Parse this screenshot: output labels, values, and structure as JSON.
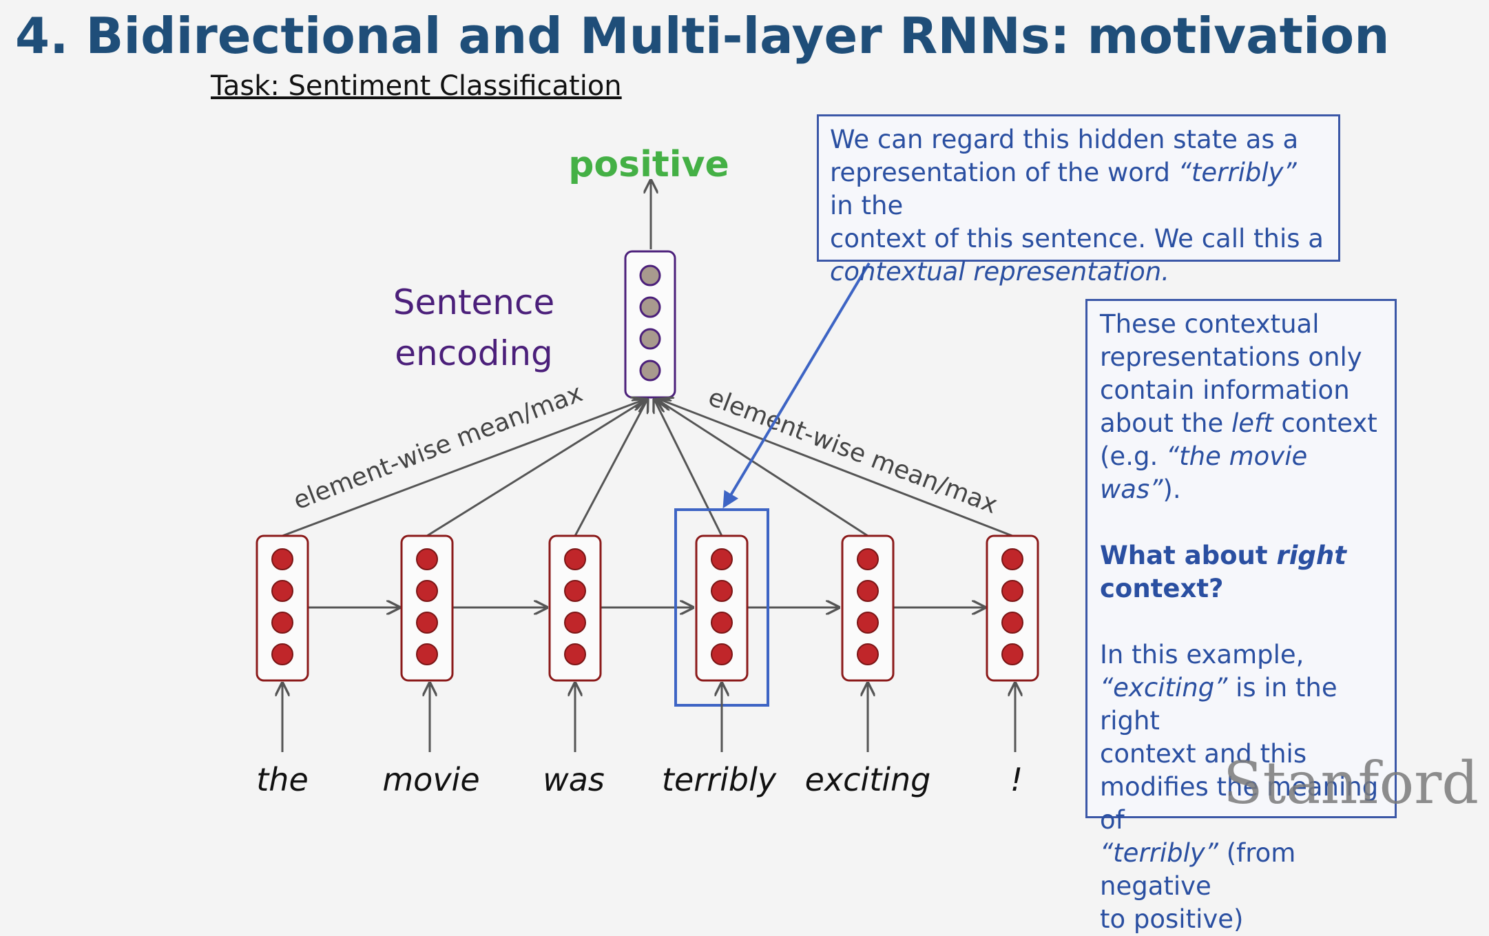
{
  "slide": {
    "title": "4. Bidirectional and Multi-layer RNNs: motivation",
    "task": "Task: Sentiment Classification"
  },
  "diagram": {
    "output_label": "positive",
    "sentence_encoding_lines": [
      "Sentence",
      "encoding"
    ],
    "pooling_label_left": "element-wise mean/max",
    "pooling_label_right": "element-wise mean/max",
    "words": [
      "the",
      "movie",
      "was",
      "terribly",
      "exciting",
      "!"
    ],
    "highlighted_word": "terribly",
    "colors": {
      "output": "#44b045",
      "sentence_encoding": "#4b1f7a",
      "cell_border": "#8b1a1a",
      "hidden_dot": "#c0262a",
      "encoding_dot": "#a89a8e",
      "encoding_border": "#4b1f7a",
      "highlight": "#3d64c4",
      "arrow": "#555555"
    }
  },
  "callout_top": {
    "p1": "We can regard this hidden state as a",
    "p2_a": "representation of the word ",
    "p2_b": "“terribly”",
    "p2_c": " in the",
    "p3": "context of this sentence. We call this a",
    "p4": "contextual representation."
  },
  "callout_right": {
    "l1": "These contextual",
    "l2": "representations only",
    "l3": "contain information",
    "l4_a": "about the ",
    "l4_b": "left",
    "l4_c": " context",
    "l5_a": "(e.g. ",
    "l5_b": "“the movie was”",
    "l5_c": ").",
    "q1_a": "What about ",
    "q1_b": "right",
    "q2": "context?",
    "e1": "In this example,",
    "e2_a": "“exciting”",
    "e2_b": " is in the right",
    "e3": "context and this",
    "e4": "modifies the meaning of",
    "e5_a": "“terribly”",
    "e5_b": " (from negative",
    "e6": "to positive)"
  },
  "watermark": "Stanford"
}
